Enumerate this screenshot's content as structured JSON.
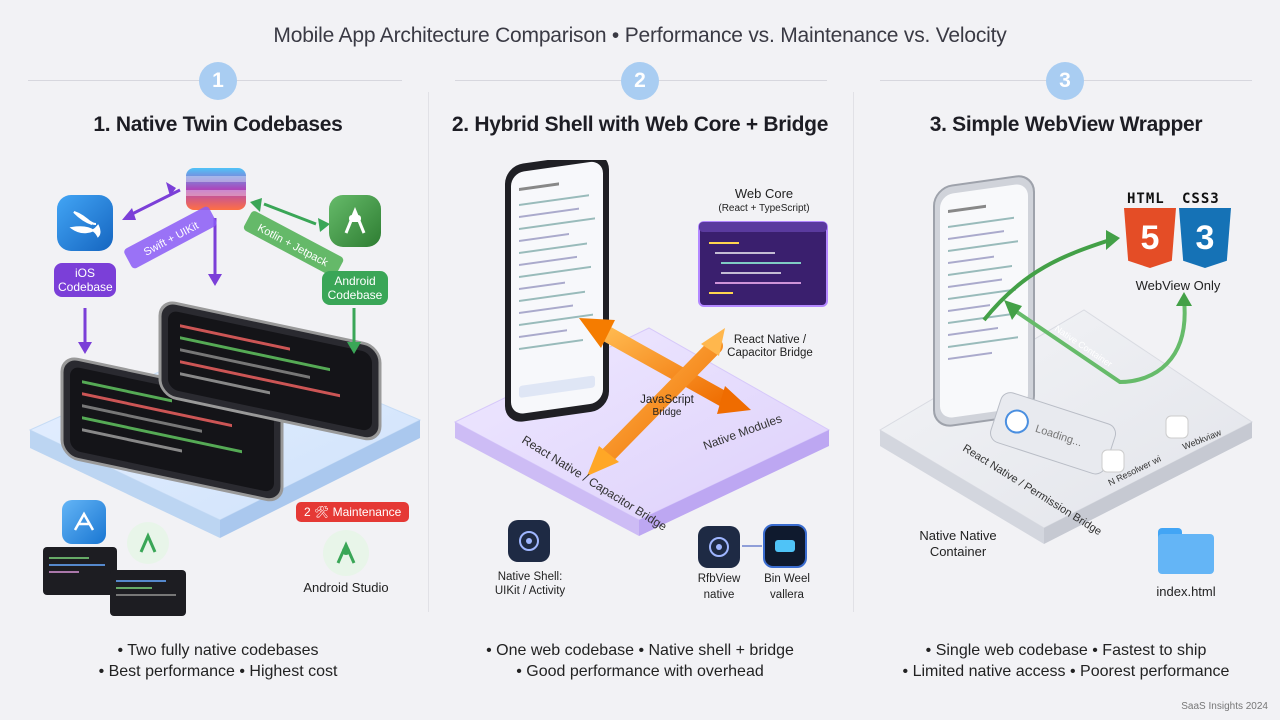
{
  "title": "Mobile App Architecture Comparison • Performance vs. Maintenance vs. Velocity",
  "footer": "SaaS Insights 2024",
  "colors": {
    "step_circle": "#a9cdf2",
    "ios_purple": "#7b3fd8",
    "android_green": "#3aa657",
    "swift_blue": "#1e88e5",
    "hybrid_purple": "#8b5cf6",
    "bridge_orange": "#f57c00",
    "webview_green": "#43a047",
    "badge_red": "#e53935"
  },
  "columns": [
    {
      "number": "1",
      "heading": "1. Native Twin Codebases",
      "ios_label": "iOS\nCodebase",
      "android_label": "Android\nCodebase",
      "swift_arrow_label": "Swift + UIKit",
      "kotlin_arrow_label": "Kotlin + Jetpack",
      "maintenance_badge": "2 🛠 Maintenance",
      "android_studio": "Android Studio",
      "bullet1": "• Two fully native codebases",
      "bullet2": "• Best performance • Highest cost"
    },
    {
      "number": "2",
      "heading": "2. Hybrid Shell with Web Core + Bridge",
      "web_core": "Web Core",
      "web_core_sub": "(React + TypeScript)",
      "rn_bridge_top": "React Native /",
      "rn_bridge_bottom": "Capacitor Bridge",
      "js_bridge_top": "JavaScript",
      "js_bridge_bottom": "Bridge",
      "platform_left": "React Native / Capacitor Bridge",
      "platform_right": "Native Modules",
      "native_shell_top": "Native Shell:",
      "native_shell_bottom": "UIKit / Activity",
      "rbview_top": "RfbView",
      "rbview_bottom": "native",
      "biweel_top": "Bin Weel",
      "biweel_bottom": "vallera",
      "bullet1": "• One web codebase • Native shell + bridge",
      "bullet2": "• Good performance with overhead"
    },
    {
      "number": "3",
      "heading": "3. Simple WebView Wrapper",
      "html_label": "HTML",
      "css_label": "CSS3",
      "html_num": "5",
      "css_num": "3",
      "webview_only": "WebView Only",
      "native_container_arrow": "Native Container",
      "loading": "Loading...",
      "platform_left": "React Native / Permission Bridge",
      "platform_mid": "N Resolwer wi",
      "platform_right": "Webkviaw",
      "native_container_top": "Native Native",
      "native_container_bottom": "Container",
      "index_file": "index.html",
      "bullet1": "• Single web codebase • Fastest to ship",
      "bullet2": "• Limited native access • Poorest performance"
    }
  ]
}
